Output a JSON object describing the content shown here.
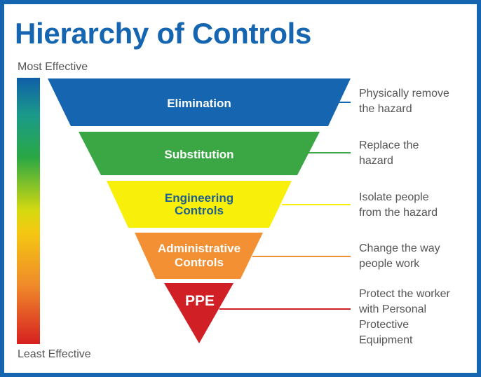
{
  "title": "Hierarchy of Controls",
  "scale": {
    "top": "Most Effective",
    "bottom": "Least Effective"
  },
  "colors": {
    "frame": "#1565b0",
    "elimination": "#1565b0",
    "substitution": "#3aa744",
    "engineering": "#f8ef0a",
    "administrative": "#f39033",
    "ppe": "#d11f26"
  },
  "levels": [
    {
      "key": "elimination",
      "label_lines": [
        "Elimination"
      ],
      "description_lines": [
        "Physically remove",
        "the hazard"
      ]
    },
    {
      "key": "substitution",
      "label_lines": [
        "Substitution"
      ],
      "description_lines": [
        "Replace the",
        "hazard"
      ]
    },
    {
      "key": "engineering",
      "label_lines": [
        "Engineering",
        "Controls"
      ],
      "description_lines": [
        "Isolate people",
        "from the hazard"
      ]
    },
    {
      "key": "administrative",
      "label_lines": [
        "Administrative",
        "Controls"
      ],
      "description_lines": [
        "Change the way",
        "people work"
      ]
    },
    {
      "key": "ppe",
      "label_lines": [
        "PPE"
      ],
      "description_lines": [
        "Protect the worker",
        "with Personal",
        "Protective",
        "Equipment"
      ]
    }
  ]
}
